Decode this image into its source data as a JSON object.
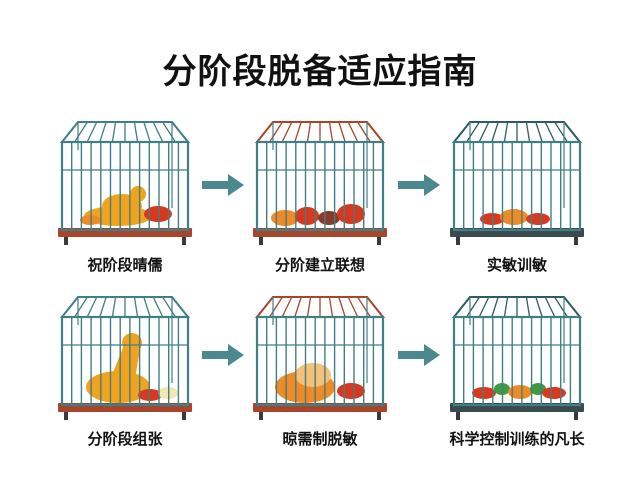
{
  "title": "分阶段脱备适应指南",
  "steps": [
    {
      "label": "祝阶段晴儒",
      "variant": "wood-top",
      "content": "cat-food"
    },
    {
      "label": "分阶建立联想",
      "variant": "red-top",
      "content": "food"
    },
    {
      "label": "实敏训敏",
      "variant": "dark-top",
      "content": "food-small"
    },
    {
      "label": "分阶段组张",
      "variant": "wood-top",
      "content": "cat-big"
    },
    {
      "label": "晾需制脱敏",
      "variant": "red-top",
      "content": "cat-lying"
    },
    {
      "label": "科学控制训练的凡长",
      "variant": "dark-top",
      "content": "food-colorful"
    }
  ],
  "colors": {
    "cage": "#3f7f86",
    "cage_dark": "#2d5d63",
    "base_wood": "#a8452b",
    "arrow": "#4a8a8f",
    "cat": "#f2a31d",
    "food_red": "#d9381e",
    "food_orange": "#f08a24"
  }
}
